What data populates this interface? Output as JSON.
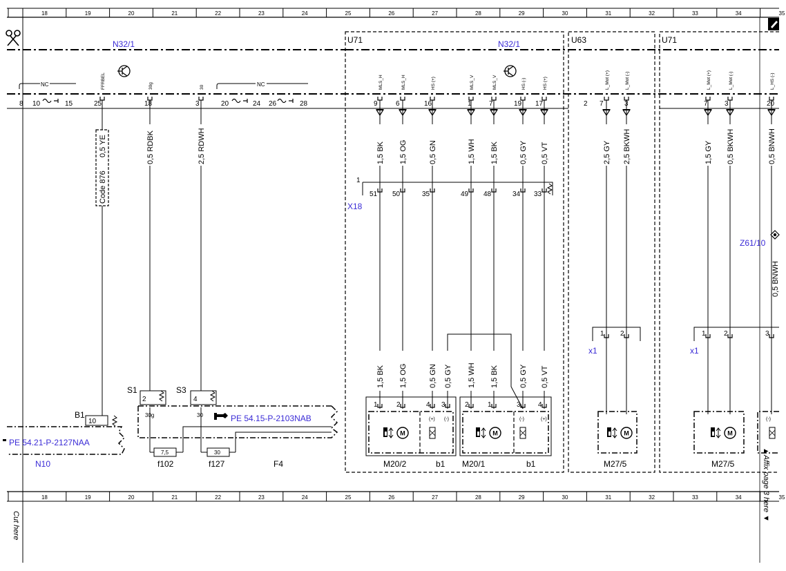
{
  "grid": {
    "columns": [
      "18",
      "19",
      "20",
      "21",
      "22",
      "23",
      "24",
      "25",
      "26",
      "27",
      "28",
      "29",
      "30",
      "31",
      "32",
      "33",
      "34",
      "35"
    ]
  },
  "margin": {
    "cut_here": "Cut here",
    "affix": "▲Affix page 3 here ▼"
  },
  "icons": {
    "scissors": "scissors-icon",
    "transistor": "transistor-icon",
    "page_corner": "page-corner-icon",
    "hand_pointer": "hand-pointer-icon",
    "motor": "motor-icon"
  },
  "colors": {
    "label_blue": "#3a2bd6",
    "ink": "#000000"
  },
  "modules": {
    "n32_1_left": "N32/1",
    "u71_a": "U71",
    "n32_1_right": "N32/1",
    "u63": "U63",
    "u71_b": "U71"
  },
  "connector": {
    "nc1": "NC",
    "nc2": "NC",
    "pins": [
      "8",
      "10",
      "15",
      "25",
      "18",
      "3",
      "20",
      "24",
      "26",
      "28",
      "9",
      "6",
      "16",
      "1",
      "7",
      "19",
      "17",
      "2",
      "7",
      "3",
      "7",
      "3",
      "20"
    ],
    "signals": [
      "FFRBEL",
      "30g",
      "30",
      "MLS_H",
      "MLS_H",
      "HS (+)",
      "MLS_V",
      "MLS_V",
      "HS (-)",
      "HS (+)",
      "L_Mot (+)",
      "L_Mot (-)",
      "L_Mot (+)",
      "L_Mot (-)",
      "L_HS (-)"
    ]
  },
  "wires_top": [
    "0,5 YE",
    "0,5 RDBK",
    "2,5 RDWH",
    "1,5 BK",
    "1,5 OG",
    "0,5 GN",
    "1,5 WH",
    "1,5 BK",
    "0,5 GY",
    "0,5 VT",
    "2,5 GY",
    "2,5 BKWH",
    "1,5 GY",
    "0,5 BKWH",
    "0,5 BNWH"
  ],
  "code_box": "Code 876",
  "x18": {
    "name": "X18",
    "first_pin": "1",
    "pins": [
      "51",
      "50",
      "35",
      "49",
      "48",
      "34",
      "33"
    ]
  },
  "z61": {
    "name": "Z61/10",
    "wire": "0,5 BNWH"
  },
  "x1": {
    "a_name": "x1",
    "a_pins": [
      "1",
      "2"
    ],
    "b_name": "x1",
    "b_pins": [
      "1",
      "2",
      "3"
    ]
  },
  "wires_bottom": [
    "1,5 BK",
    "1,5 OG",
    "0,5 GN",
    "0,5 GY",
    "1,5 WH",
    "1,5 BK",
    "0,5 GY",
    "0,5 VT"
  ],
  "motors": {
    "m20_2": {
      "label": "M20/2",
      "pins": [
        "1",
        "2"
      ]
    },
    "b1_a": {
      "label": "b1",
      "pins": [
        "4",
        "3"
      ],
      "signs": [
        "(+)",
        "(-)"
      ]
    },
    "m20_1": {
      "label": "M20/1",
      "pins": [
        "2",
        "1"
      ]
    },
    "b1_b": {
      "label": "b1",
      "pins": [
        "3",
        "4"
      ],
      "signs": [
        "(-)",
        "(+)"
      ]
    },
    "m27_5_a": {
      "label": "M27/5"
    },
    "m27_5_b": {
      "label": "M27/5"
    },
    "partial_sign": "(-)"
  },
  "fuse_block": {
    "s1": "S1",
    "s1_pin": "2",
    "s3": "S3",
    "s3_pin": "4",
    "terminal_30g": "30g",
    "terminal_30": "30",
    "ref": "PE 54.15-P-2103NAB",
    "f102_rating": "7,5",
    "f127_rating": "30",
    "f102": "f102",
    "f127": "f127",
    "name": "F4"
  },
  "n10": {
    "b1": "B1",
    "pin": "10",
    "ref": "PE 54.21-P-2127NAA",
    "name": "N10"
  }
}
